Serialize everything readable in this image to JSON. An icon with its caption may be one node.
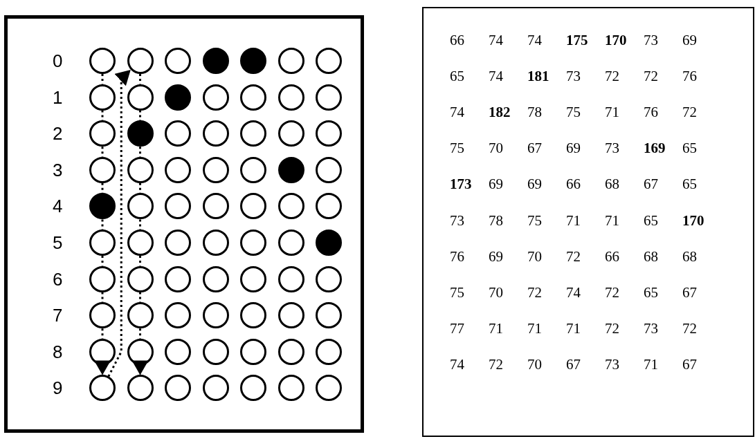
{
  "diagram": {
    "nodes": [
      {
        "text": [],
        "shape": "circle"
      },
      {
        "text": [],
        "shape": "circle"
      },
      {
        "text": [],
        "shape": "circle"
      },
      {
        "text": [],
        "shape": "dot"
      },
      {
        "text": [],
        "shape": "dot"
      },
      {
        "text": [],
        "shape": "circle"
      },
      {
        "text": [],
        "shape": "circle"
      },
      {
        "text": [],
        "shape": "circle"
      },
      {
        "text": [],
        "shape": "circle"
      },
      {
        "text": [],
        "shape": "dot"
      },
      {
        "text": [],
        "shape": "circle"
      },
      {
        "text": [],
        "shape": "circle"
      },
      {
        "text": [],
        "shape": "circle"
      },
      {
        "text": [],
        "shape": "circle"
      },
      {
        "text": [],
        "shape": "circle"
      },
      {
        "text": [],
        "shape": "dot"
      },
      {
        "text": [],
        "shape": "circle"
      },
      {
        "text": [],
        "shape": "circle"
      },
      {
        "text": [],
        "shape": "circle"
      },
      {
        "text": [],
        "shape": "circle"
      },
      {
        "text": [],
        "shape": "circle"
      },
      {
        "text": [],
        "shape": "circle"
      },
      {
        "text": [],
        "shape": "circle"
      },
      {
        "text": [],
        "shape": "circle"
      },
      {
        "text": [],
        "shape": "circle"
      },
      {
        "text": [],
        "shape": "circle"
      },
      {
        "text": [],
        "shape": "dot"
      },
      {
        "text": [],
        "shape": "circle"
      },
      {
        "text": [],
        "shape": "dot"
      },
      {
        "text": [],
        "shape": "circle"
      },
      {
        "text": [],
        "shape": "circle"
      },
      {
        "text": [],
        "shape": "circle"
      },
      {
        "text": [],
        "shape": "circle"
      },
      {
        "text": [],
        "shape": "circle"
      },
      {
        "text": [],
        "shape": "circle"
      },
      {
        "text": [],
        "shape": "circle"
      },
      {
        "text": [],
        "shape": "circle"
      },
      {
        "text": [],
        "shape": "circle"
      },
      {
        "text": [],
        "shape": "circle"
      },
      {
        "text": [],
        "shape": "circle"
      },
      {
        "text": [],
        "shape": "circle"
      },
      {
        "text": [],
        "shape": "dot"
      },
      {
        "text": [],
        "shape": "circle"
      },
      {
        "text": [],
        "shape": "circle"
      },
      {
        "text": [],
        "shape": "circle"
      },
      {
        "text": [],
        "shape": "circle"
      },
      {
        "text": [],
        "shape": "circle"
      },
      {
        "text": [],
        "shape": "circle"
      },
      {
        "text": [],
        "shape": "circle"
      },
      {
        "text": [],
        "shape": "circle"
      },
      {
        "text": [],
        "shape": "circle"
      },
      {
        "text": [],
        "shape": "circle"
      },
      {
        "text": [],
        "shape": "circle"
      },
      {
        "text": [],
        "shape": "circle"
      },
      {
        "text": [],
        "shape": "circle"
      },
      {
        "text": [],
        "shape": "circle"
      },
      {
        "text": [],
        "shape": "circle"
      },
      {
        "text": [],
        "shape": "circle"
      },
      {
        "text": [],
        "shape": "circle"
      },
      {
        "text": [],
        "shape": "circle"
      },
      {
        "text": [],
        "shape": "circle"
      },
      {
        "text": [],
        "shape": "circle"
      },
      {
        "text": [],
        "shape": "circle"
      },
      {
        "text": [],
        "shape": "circle"
      },
      {
        "text": [],
        "shape": "circle"
      },
      {
        "text": [],
        "shape": "circle"
      },
      {
        "text": [],
        "shape": "circle"
      },
      {
        "text": [],
        "shape": "circle"
      },
      {
        "text": [],
        "shape": "circle"
      },
      {
        "text": [],
        "shape": "circle"
      }
    ],
    "edges": [
      {
        "from": 0,
        "to": 7,
        "arrow": "none",
        "style": "dashed"
      },
      {
        "from": 7,
        "to": 14,
        "arrow": "none",
        "style": "dashed"
      },
      {
        "from": 14,
        "to": 21,
        "arrow": "none",
        "style": "dashed"
      },
      {
        "from": 21,
        "to": 28,
        "arrow": "none",
        "style": "dashed"
      },
      {
        "from": 28,
        "to": 35,
        "arrow": "none",
        "style": "dashed"
      },
      {
        "from": 35,
        "to": 42,
        "arrow": "none",
        "style": "dashed"
      },
      {
        "from": 42,
        "to": 49,
        "arrow": "none",
        "style": "dashed"
      },
      {
        "from": 49,
        "to": 56,
        "arrow": "none",
        "style": "dashed"
      },
      {
        "from": 56,
        "to": 63,
        "arrow": "to",
        "style": "dashed"
      },
      {
        "from": 1,
        "to": 8,
        "arrow": "none",
        "style": "dashed"
      },
      {
        "from": 8,
        "to": 15,
        "arrow": "none",
        "style": "dashed"
      },
      {
        "from": 15,
        "to": 22,
        "arrow": "none",
        "style": "dashed"
      },
      {
        "from": 22,
        "to": 29,
        "arrow": "none",
        "style": "dashed"
      },
      {
        "from": 29,
        "to": 36,
        "arrow": "none",
        "style": "dashed"
      },
      {
        "from": 36,
        "to": 43,
        "arrow": "none",
        "style": "dashed"
      },
      {
        "from": 43,
        "to": 50,
        "arrow": "none",
        "style": "dashed"
      },
      {
        "from": 50,
        "to": 57,
        "arrow": "none",
        "style": "dashed"
      },
      {
        "from": 57,
        "to": 64,
        "arrow": "to",
        "style": "dashed"
      },
      {
        "from": 63,
        "to": 1,
        "arrow": "to",
        "style": "dashed"
      }
    ],
    "labels": [
      "0",
      "1",
      "2",
      "3",
      "4",
      "5",
      "6",
      "7",
      "8",
      "9",
      "66",
      "74",
      "74",
      "**175**",
      "**170**",
      "73",
      "69",
      "65",
      "74",
      "**181**",
      "73",
      "72",
      "72",
      "76",
      "74",
      "**182**",
      "78",
      "75",
      "71",
      "76",
      "72",
      "75",
      "70",
      "67",
      "69",
      "73",
      "**169**",
      "65",
      "**173**",
      "69",
      "69",
      "66",
      "68",
      "67",
      "65",
      "73",
      "78",
      "75",
      "71",
      "71",
      "65",
      "**170**",
      "76",
      "69",
      "70",
      "72",
      "66",
      "68",
      "68",
      "75",
      "70",
      "72",
      "74",
      "72",
      "65",
      "67",
      "77",
      "71",
      "71",
      "71",
      "72",
      "73",
      "72",
      "74",
      "72",
      "70",
      "67",
      "73",
      "71",
      "67"
    ]
  }
}
